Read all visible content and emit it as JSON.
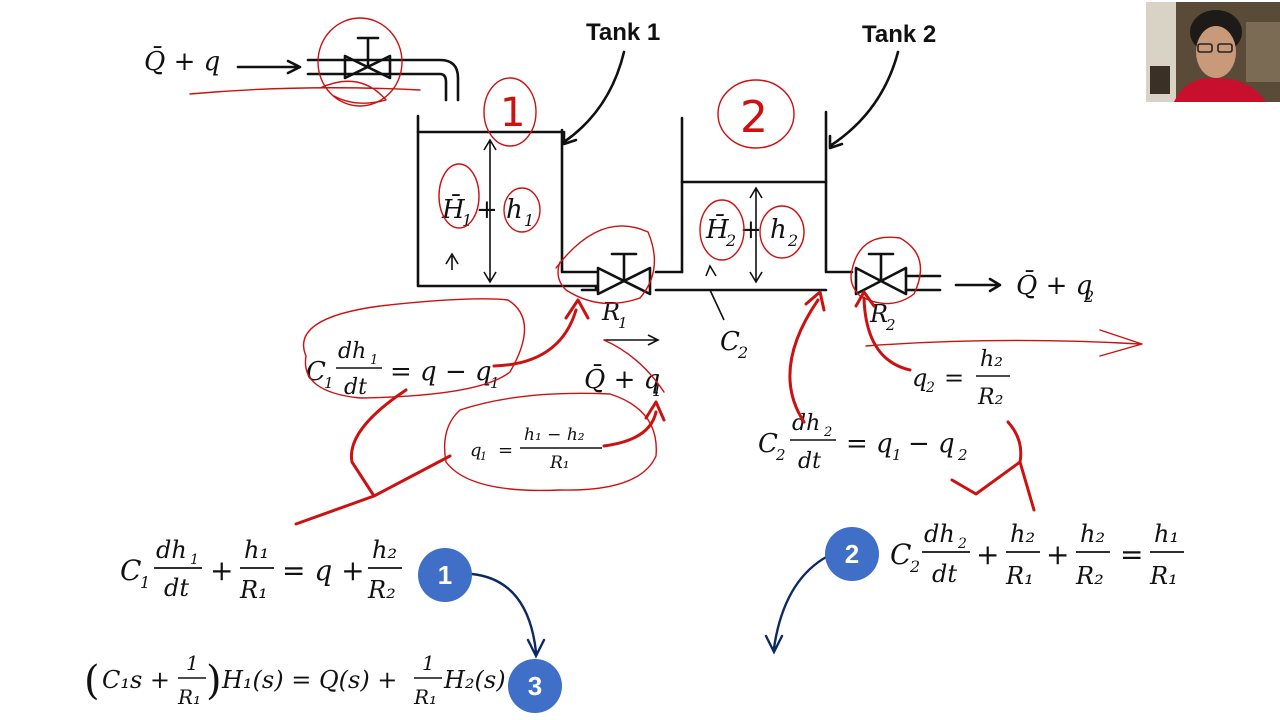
{
  "labels": {
    "tank1": "Tank 1",
    "tank2": "Tank 2",
    "inflow_q": "Q̄ + q",
    "level1_H": "H̄",
    "level1_sub": "1",
    "level1_h": "+ h",
    "level2_H": "H̄",
    "level2_sub": "2",
    "level2_h": "+ h",
    "R1": "R",
    "R1_sub": "1",
    "R2": "R",
    "R2_sub": "2",
    "C2": "C",
    "C2_sub": "2",
    "flow_q1": "Q̄ + q",
    "flow_q1_sub": "1",
    "outflow_q2": "Q̄ + q",
    "outflow_q2_sub": "2"
  },
  "equations": {
    "tank1_balance": {
      "lhs_coef": "C",
      "sub": "1",
      "num": "dh",
      "den": "dt",
      "rhs": "= q − q",
      "rhs_sub": "1"
    },
    "q1_def": {
      "lhs": "q",
      "lhs_sub": "1",
      "eq": "=",
      "num": "h₁ − h₂",
      "den": "R₁"
    },
    "tank2_balance": {
      "lhs_coef": "C",
      "sub": "2",
      "num": "dh",
      "den": "dt",
      "rhs": "= q",
      "rhs_sub1": "1",
      "minus": "− q",
      "rhs_sub2": "2"
    },
    "q2_def": {
      "lhs": "q",
      "lhs_sub": "2",
      "eq": "=",
      "num": "h₂",
      "den": "R₂"
    },
    "eq1": {
      "coef": "C",
      "sub": "1",
      "num1": "dh",
      "den1": "dt",
      "plus": "+",
      "num2": "h₁",
      "den2": "R₁",
      "eq": "= q +",
      "num3": "h₂",
      "den3": "R₂"
    },
    "eq2": {
      "coef": "C",
      "sub": "2",
      "num1": "dh",
      "den1": "dt",
      "plus1": "+",
      "num2": "h₂",
      "den2": "R₁",
      "plus2": "+",
      "num3": "h₂",
      "den3": "R₂",
      "eq": "=",
      "num4": "h₁",
      "den4": "R₁"
    },
    "eq3": {
      "open": "(",
      "term": "C₁s +",
      "num": "1",
      "den": "R₁",
      "close": ")",
      "mid": "H₁(s) = Q(s) +",
      "num2": "1",
      "den2": "R₁",
      "end": "H₂(s)"
    }
  },
  "badges": {
    "b1": "1",
    "b2": "2",
    "b3": "3"
  },
  "annotations": {
    "tank1_number": "1",
    "tank2_number": "2"
  },
  "colors": {
    "ink": "#111111",
    "annotation": "#cc1111",
    "badge": "#3f6fc6",
    "arrow": "#0d2a63"
  }
}
